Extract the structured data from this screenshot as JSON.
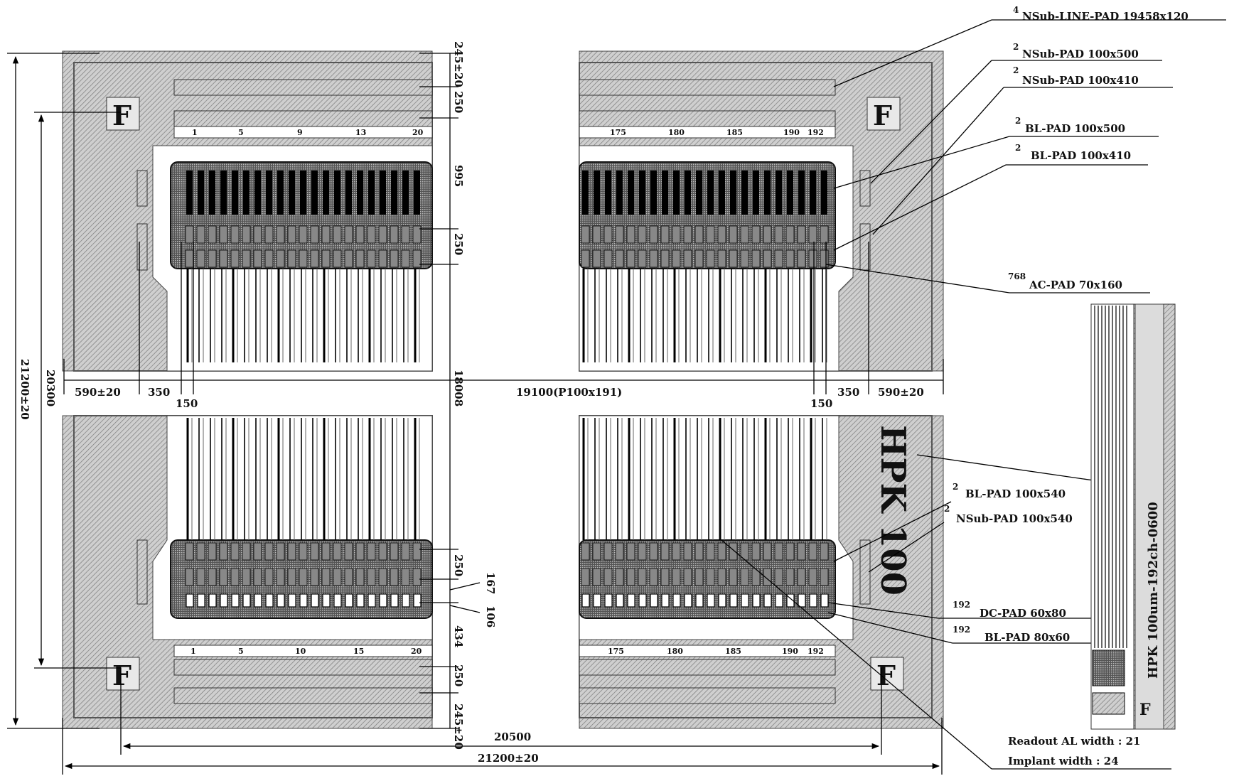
{
  "callouts": {
    "nsub_line_pad": {
      "count": "4",
      "text": "NSub-LINE-PAD 19458x120"
    },
    "nsub_pad_500": {
      "count": "2",
      "text": "NSub-PAD 100x500"
    },
    "nsub_pad_410": {
      "count": "2",
      "text": "NSub-PAD 100x410"
    },
    "bl_pad_500": {
      "count": "2",
      "text": "BL-PAD 100x500"
    },
    "bl_pad_410": {
      "count": "2",
      "text": "BL-PAD 100x410"
    },
    "ac_pad": {
      "count": "768",
      "text": "AC-PAD 70x160"
    },
    "bl_pad_540": {
      "count": "2",
      "text": "BL-PAD 100x540"
    },
    "nsub_pad_540": {
      "count": "2",
      "text": "NSub-PAD 100x540"
    },
    "dc_pad": {
      "count": "192",
      "text": "DC-PAD 60x80"
    },
    "bl_pad_80": {
      "count": "192",
      "text": "BL-PAD 80x60"
    }
  },
  "notes": {
    "readout_al_width": "Readout AL width : 21",
    "implant_width": "Implant width : 24"
  },
  "dimensions": {
    "overall_height": "21200±20",
    "inner_height": "20300",
    "strip_length": "18008",
    "top_edge": "245±20",
    "top_gap": "250",
    "top_bias": "995",
    "mid_gap": "250",
    "bottom_gap": "250",
    "gap_167": "167",
    "gap_106": "106",
    "gap_434": "434",
    "bottom_gap2": "250",
    "bottom_edge": "245±20",
    "left_edge": "590±20",
    "left_350": "350",
    "left_150": "150",
    "pitch": "19100(P100x191)",
    "right_150": "150",
    "right_350": "350",
    "right_edge": "590±20",
    "inner_width": "20500",
    "overall_width": "21200±20"
  },
  "strip_numbers": {
    "top_left": [
      "1",
      "5",
      "9",
      "13",
      "20"
    ],
    "top_right": [
      "175",
      "180",
      "185",
      "190",
      "192"
    ],
    "bottom_left": [
      "1",
      "5",
      "10",
      "15",
      "20"
    ],
    "bottom_right": [
      "175",
      "180",
      "185",
      "190",
      "192"
    ]
  },
  "chip_label": "HPK 100",
  "inset_label": "HPK 100um-192ch-0600",
  "fiducial_mark": "F",
  "colors": {
    "hatch": "#9a9a9a",
    "metal": "#000000",
    "background": "#ffffff"
  }
}
